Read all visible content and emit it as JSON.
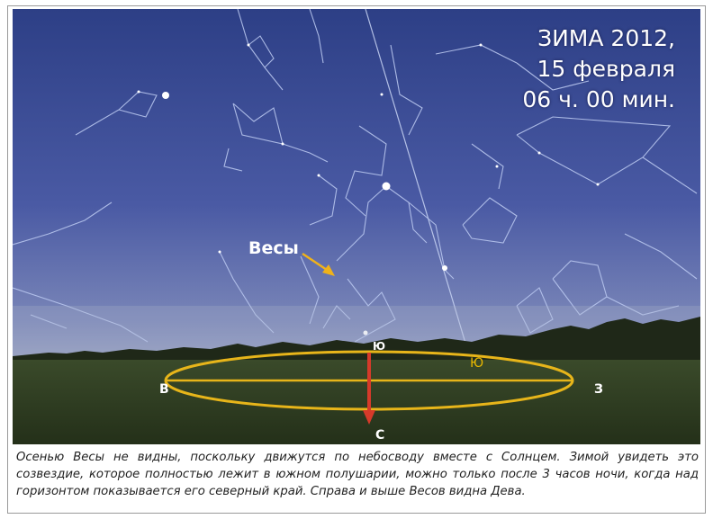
{
  "title": {
    "line1": "ЗИМА 2012,",
    "line2": "15 февраля",
    "line3": "06 ч. 00 мин."
  },
  "constellation_label": "Весы",
  "directions": {
    "south_top": "Ю",
    "south_horizon": "Ю",
    "east": "В",
    "west": "З",
    "north": "С"
  },
  "colors": {
    "sky_top": "#2d3f86",
    "sky_mid": "#5563a8",
    "sky_horizon": "#a0a8c4",
    "ground": "#2f3b22",
    "horizon_ellipse": "#e7b51a",
    "arrow_red": "#d63a2a",
    "label_arrow": "#f0b21a",
    "constellation_lines": "#b8c6ee"
  },
  "caption": "Осенью Весы не видны, поскольку движутся по небосводу вместе с Солнцем. Зимой увидеть это созвездие, которое полностью лежит в южном полушарии, можно только после 3 часов ночи, когда над горизонтом показывается его северный край. Справа и выше Весов видна Дева."
}
